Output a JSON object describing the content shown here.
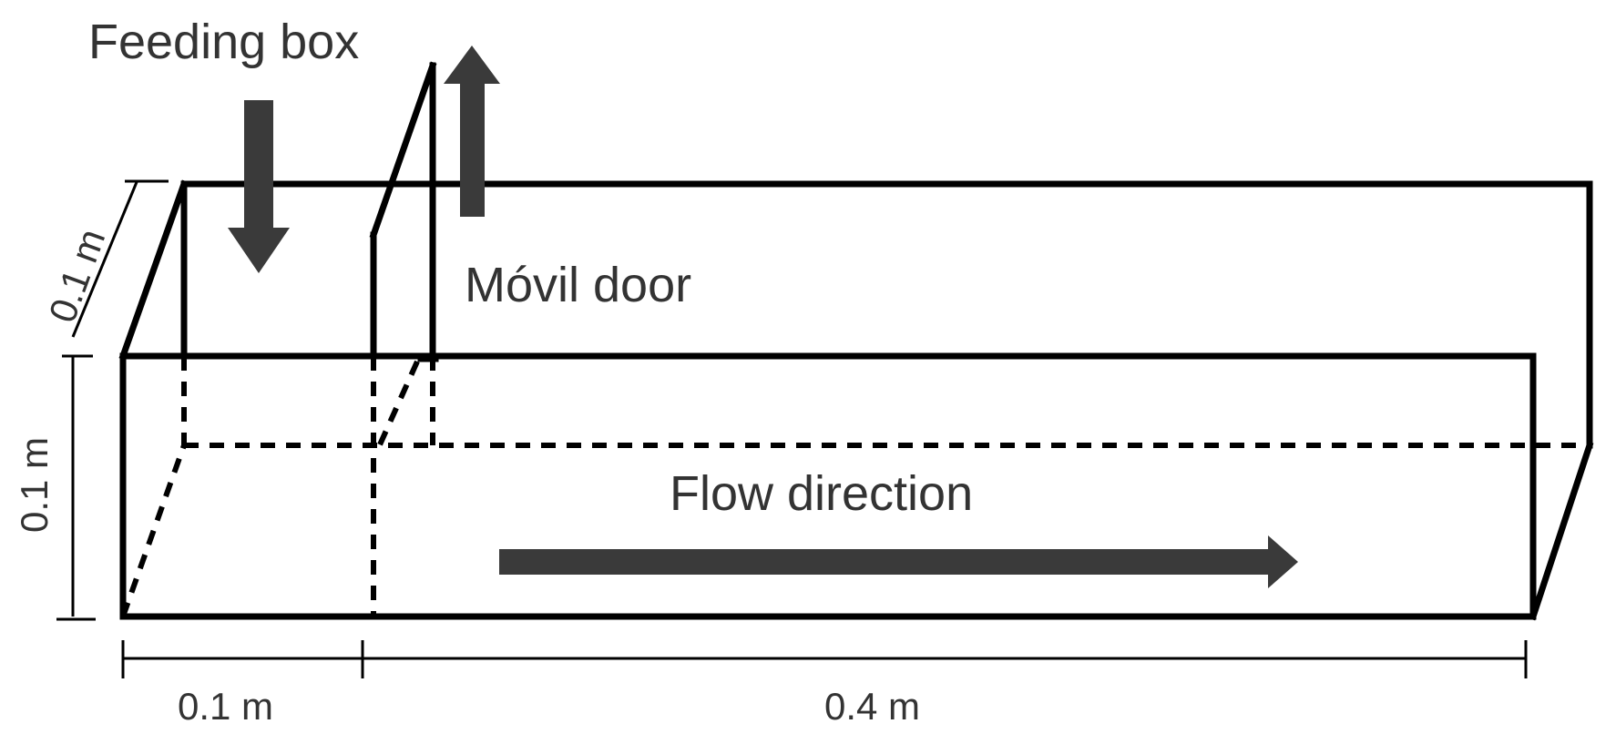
{
  "labels": {
    "feeding_box": "Feeding box",
    "movil_door": "Móvil door",
    "flow_direction": "Flow direction",
    "depth": "0.1 m",
    "height": "0.1 m",
    "length_feed": "0.1 m",
    "length_main": "0.4 m"
  },
  "colors": {
    "line": "#000000",
    "arrow": "#3a3a3a",
    "text": "#333333"
  }
}
